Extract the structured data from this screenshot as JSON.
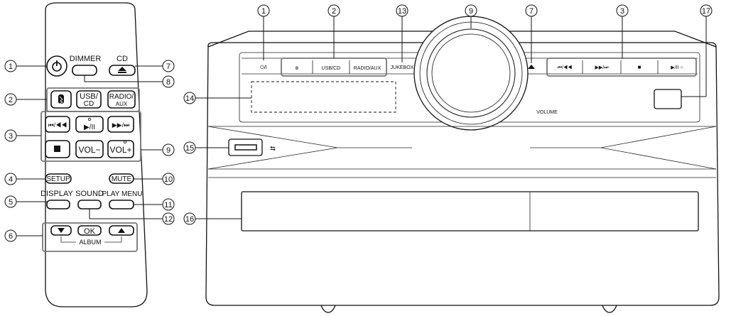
{
  "remote": {
    "buttons": {
      "dimmer": "DIMMER",
      "cd": "CD",
      "usb_cd": [
        "USB/",
        "CD"
      ],
      "radio_aux": [
        "RADIO/",
        "AUX"
      ],
      "vol_minus": "VOL−",
      "vol_plus": "VOL+",
      "setup": "SETUP",
      "mute": "MUTE",
      "display": "DISPLAY",
      "sound": "SOUND",
      "play_menu": "PLAY MENU",
      "ok": "OK",
      "album": "ALBUM"
    }
  },
  "unit": {
    "labels": {
      "power": "⏻/I",
      "usb_cd": "USB/CD",
      "radio_aux": "RADIO/AUX",
      "jukebox": "JUKEBOX",
      "volume": "VOLUME",
      "prev": "⏮/◀◀",
      "next": "▶▶/⏭",
      "stop": "■",
      "play": "▶/II ○"
    }
  },
  "callouts": {
    "c1": "1",
    "c2": "2",
    "c3": "3",
    "c4": "4",
    "c5": "5",
    "c6": "6",
    "c7": "7",
    "c8": "8",
    "c9": "9",
    "c10": "10",
    "c11": "11",
    "c12": "12",
    "c13": "13",
    "c14": "14",
    "c15": "15",
    "c16": "16",
    "c17": "17"
  }
}
